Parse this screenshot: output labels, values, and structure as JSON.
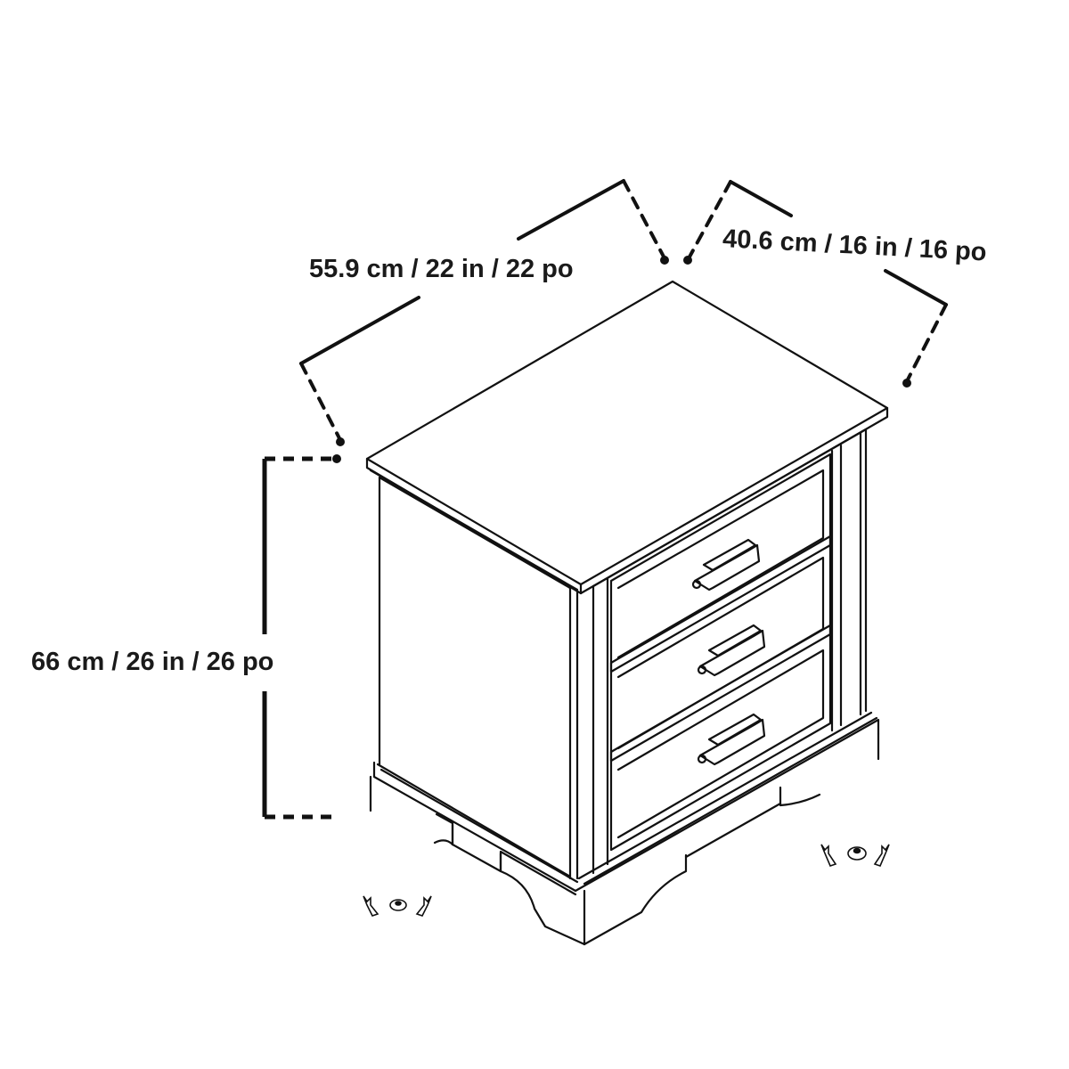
{
  "diagram": {
    "subject": "Three-drawer nightstand line drawing with dimensions",
    "drawer_count": 3,
    "colors": {
      "line": "#111111",
      "text": "#1a1a1a",
      "background": "#ffffff"
    }
  },
  "dimensions": {
    "width": {
      "label": "55.9 cm / 22 in / 22 po"
    },
    "depth": {
      "label": "40.6 cm / 16 in / 16 po"
    },
    "height": {
      "label": "66 cm / 26 in / 26 po"
    }
  },
  "icons": {
    "left_foot_leveler": "adjustable-foot-glide-icon",
    "right_foot_leveler": "adjustable-foot-glide-icon"
  }
}
